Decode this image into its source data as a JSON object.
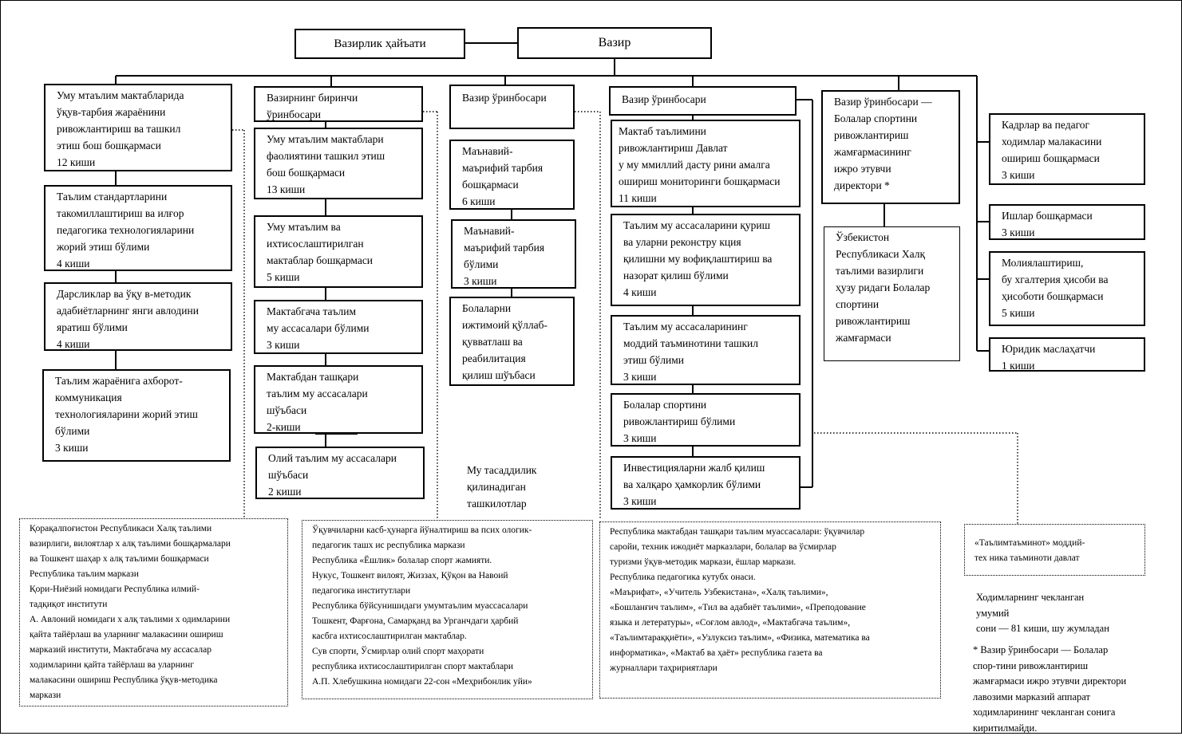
{
  "header": {
    "council": "Вазирлик ҳайъати",
    "minister": "Вазир"
  },
  "col1": {
    "head": "Уму мтаълим мактабларида\nўқув-тарбия жараёнини\nривожлантириш ва ташкил\nэтиш бош бошқармаси\n12 киши",
    "b1": "Таълим стандартларини\nтакомиллаштириш ва илғор\nпедагогика технологияларини\nжорий этиш бўлими\n4 киши",
    "b2": "Дарсликлар ва ўқу в-методик\nадабиётларнинг янги авлодини\nяратиш бўлими\n4 киши",
    "b3": "Таълим жараёнига ахборот-\nкоммуникация\nтехнологияларини жорий этиш\nбўлими\n3 киши"
  },
  "col2": {
    "head": "Вазирнинг биринчи\nўринбосари",
    "b1": "Уму мтаълим мактаблари\nфаолиятини ташкил этиш\nбош бошқармаси\n13 киши",
    "b2": "Уму мтаълим ва\nихтисослаштирилган\nмактаблар бошқармаси\n5 киши",
    "b3": "Мактабгача таълим\nму ассасалари бўлими\n3 киши",
    "b4": "Мактабдан ташқари\nтаълим му ассасалари\nшўъбаси\n 2-киши",
    "b5": "Олий таълим му ассасалари\nшўъбаси\n2 киши"
  },
  "col3": {
    "head": "Вазир ўринбосари",
    "b1": "Маънавий-\nмаърифий тарбия\nбошқармаси\n6 киши",
    "b2": "Маънавий-\nмаърифий тарбия\nбўлими\n3 киши",
    "b3": "Болаларни\nижтимоий қўллаб-\nқувватлаш ва\nреабилитация\nқилиш шўъбаси",
    "note": "Му тасаддилик\nқилинадиган\nташкилотлар"
  },
  "col4": {
    "head": "Вазир ўринбосари",
    "b1": "Мактаб таълимини\nривожлантириш Давлат\nу му ммиллий дасту рини амалга\nошириш мониторинги бошқармаси\n11 киши",
    "b2": "Таълим му ассасаларини қуриш\nва уларни реконстру кция\nқилишни му вофиқлаштириш ва\nназорат қилиш бўлими\n4 киши",
    "b3": "Таълим му ассасаларининг\nмоддий таъминотини ташкил\nэтиш бўлими\n3 киши",
    "b4": "Болалар спортини\nривожлантириш бўлими\n3 киши",
    "b5": "Инвестицияларни жалб қилиш\nва халқаро ҳамкорлик бўлими\n3 киши"
  },
  "col5": {
    "head": "Вазир ўринбосари —\nБолалар спортини\nривожлантириш\nжамғармасининг\nижро этувчи\nдиректори *",
    "b1": "Ўзбекистон\nРеспубликаси Халқ\nтаълими вазирлиги\nҳузу ридаги Болалар\nспортини\nривожлантириш\nжамғармаси"
  },
  "col6": {
    "b1": "Кадрлар ва педагог\nходимлар малакасини\nошириш бошқармаси\n3 киши",
    "b2": "Ишлар бошқармаси\n3 киши",
    "b3": "Молиялаштириш,\nбу хгалтерия ҳисоби ва\nҳисоботи бошқармаси\n5 киши",
    "b4": "Юридик маслаҳатчи\n1 киши"
  },
  "bottom": {
    "d1": "Қорақалпоғистон Республикаси Халқ таълими\nвазирлиги, вилоятлар х алқ таълими бошқармалари\nва Тошкент шаҳар х алқ таълими бошқармаси\nРеспублика таълим маркази\nҚори-Ниёзий номидаги Республика илмий-\nтадқиқот  институти\nА. Авлоний номидаги х алқ таълими х одимларини\nқайта тайёрлаш ва уларнинг малакасини ошириш\nмарказий институти, Мактабгача му ассасалар\nходимларини қайта тайёрлаш ва уларнинг\nмалакасини ошириш Республика ўқув-методика\nмаркази",
    "d2": "Ўқувчиларни касб-ҳунарга йўналтириш ва псих ологик-\nпедагогик ташх ис республика маркази\nРеспублика «Ёшлик» болалар спорт жамияти.\nНукус, Тошкент вилоят, Жиззах, Қўқон ва  Навоий\nпедагогика институтлари\nРеспублика бўйсунишидаги умумтаълим муассасалари\nТошкент, Фарғона, Самарқанд ва   Урганчдаги   ҳарбий\nкасбга ихтисослаштирилган мактаблар.\nСув спорти, Ўсмирлар олий спорт маҳорати\nреспублика ихтисослаштирилган спорт мактаблари\nА.П. Хлебушкина номидаги 22-сон «Меҳрибонлик уйи»",
    "d3": "Республика мактабдан ташқари таълим муассасалари: ўқувчилар\nсаройи, техник ижодиёт марказлари, болалар ва ўсмирлар\nтуризми ўқув-методик маркази, ёшлар маркази.\nРеспублика  педагогика кутубх онаси.\n «Маърифат», «Учитель Узбекистана», «Халқ таълими»,\n«Бошланғич таълим», «Тил ва адабиёт таълими», «Преподование\nязыка и летературы», «Соғлом авлод», «Мактабгача таълим»,\n«Таълимтараққиёти», «Узлуксиз таълим», «Физика, математика ва\nинформатика», «Мактаб ва ҳаёт» республика  газета ва\nжурналлари таҳририятлари",
    "d4": "«Таълимтаъминот» моддий-\nтех ника таъминоти давлат",
    "staff": "Ходимларнинг чекланган\nумумий\nсони — 81 киши, шу жумладан",
    "footnote": "* Вазир ўринбосари — Болалар\nспор-тини ривожлантириш\nжамғармаси ижро этувчи директори\nлавозими марказий аппарат\nходимларининг чекланган сонига\nкиритилмайди."
  }
}
